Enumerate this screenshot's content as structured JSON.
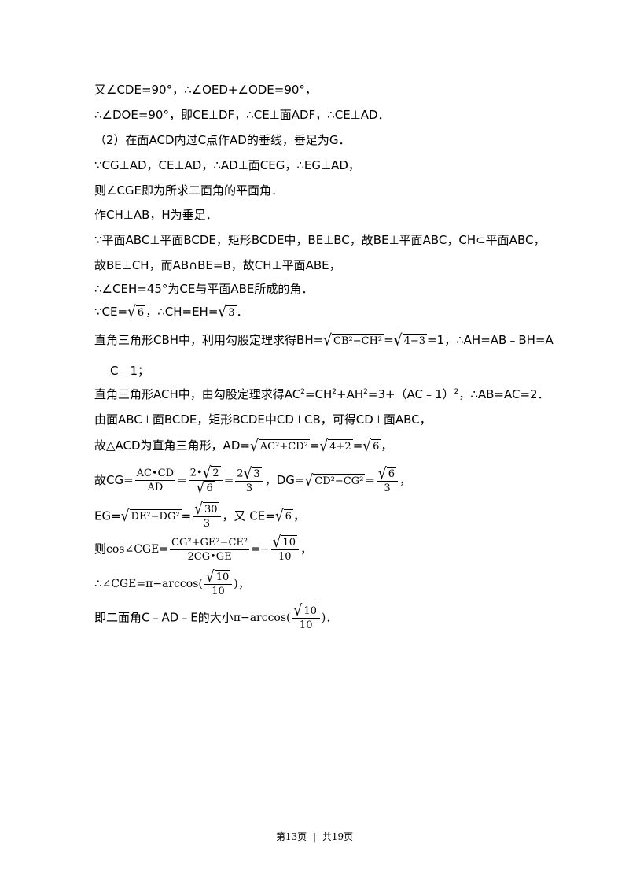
{
  "lines": {
    "l1": "又∠CDE=90°，∴∠OED+∠ODE=90°，",
    "l2": "∴∠DOE=90°，即CE⊥DF，∴CE⊥面ADF，∴CE⊥AD．",
    "l3": "（2）在面ACD内过C点作AD的垂线，垂足为G．",
    "l4": "∵CG⊥AD，CE⊥AD，∴AD⊥面CEG，∴EG⊥AD，",
    "l5": "则∠CGE即为所求二面角的平面角．",
    "l6": "作CH⊥AB，H为垂足．",
    "l7": "∵平面ABC⊥平面BCDE，矩形BCDE中，BE⊥BC，故BE⊥平面ABC，CH⊂平面ABC，",
    "l8": "故BE⊥CH，而AB∩BE=B，故CH⊥平面ABE，",
    "l9": "∴∠CEH=45°为CE与平面ABE所成的角．",
    "l10_a": "∵CE=",
    "l10_b": "，∴CH=EH=",
    "l10_c": "．",
    "l11_a": "直角三角形CBH中，利用勾股定理求得BH=",
    "l11_b": "=1，∴AH=AB﹣BH=A",
    "l12": "C﹣1；",
    "l13_a": "直角三角形ACH中，由勾股定理求得AC",
    "l13_b": "=CH",
    "l13_c": "+AH",
    "l13_d": "=3+（AC﹣1）",
    "l13_e": "，∴AB=AC=2．",
    "l14": "由面ABC⊥面BCDE，矩形BCDE中CD⊥CB，可得CD⊥面ABC，",
    "l15_a": "故△ACD为直角三角形，AD=",
    "l15_b": "=",
    "l15_c": "=",
    "l15_d": "，",
    "l16_a": "故CG=",
    "l16_b": "，DG=",
    "l16_c": "，",
    "l17_a": "EG=",
    "l17_b": "，又 CE=",
    "l17_c": "，",
    "l18_a": "则",
    "l18_b": "，",
    "l19_a": "∴",
    "l19_b": "，",
    "l20_a": "即二面角C﹣AD﹣E的大小",
    "l20_b": "．"
  },
  "math": {
    "sq6": "6",
    "sq3": "3",
    "cb2ch2": "CB²−CH²",
    "four_minus_three": "4−3",
    "ac2cd2": "AC²+CD²",
    "four_plus_two": "4+2",
    "two": "2",
    "cg_n1": "AC•CD",
    "cg_d1": "AD",
    "cg_n2a": "2•",
    "cg_d2": "6",
    "cg_n3a": "2",
    "cg_d3": "3",
    "cd2cg2": "CD²−CG²",
    "dg_d": "3",
    "de2dg2": "DE²−DG²",
    "thirty": "30",
    "eg_d": "3",
    "cos_label": "cos∠CGE=",
    "cos_num": "CG²+GE²−CE²",
    "cos_den": "2CG•GE",
    "eq_minus": "=−",
    "ten": "10",
    "ten_den": "10",
    "angle_label": "∠CGE=",
    "pi_arccos": "π−arccos(",
    "close_paren": ")",
    "sup2": "2"
  },
  "footer": {
    "page": "第13页",
    "sep": "|",
    "total": "共19页"
  }
}
